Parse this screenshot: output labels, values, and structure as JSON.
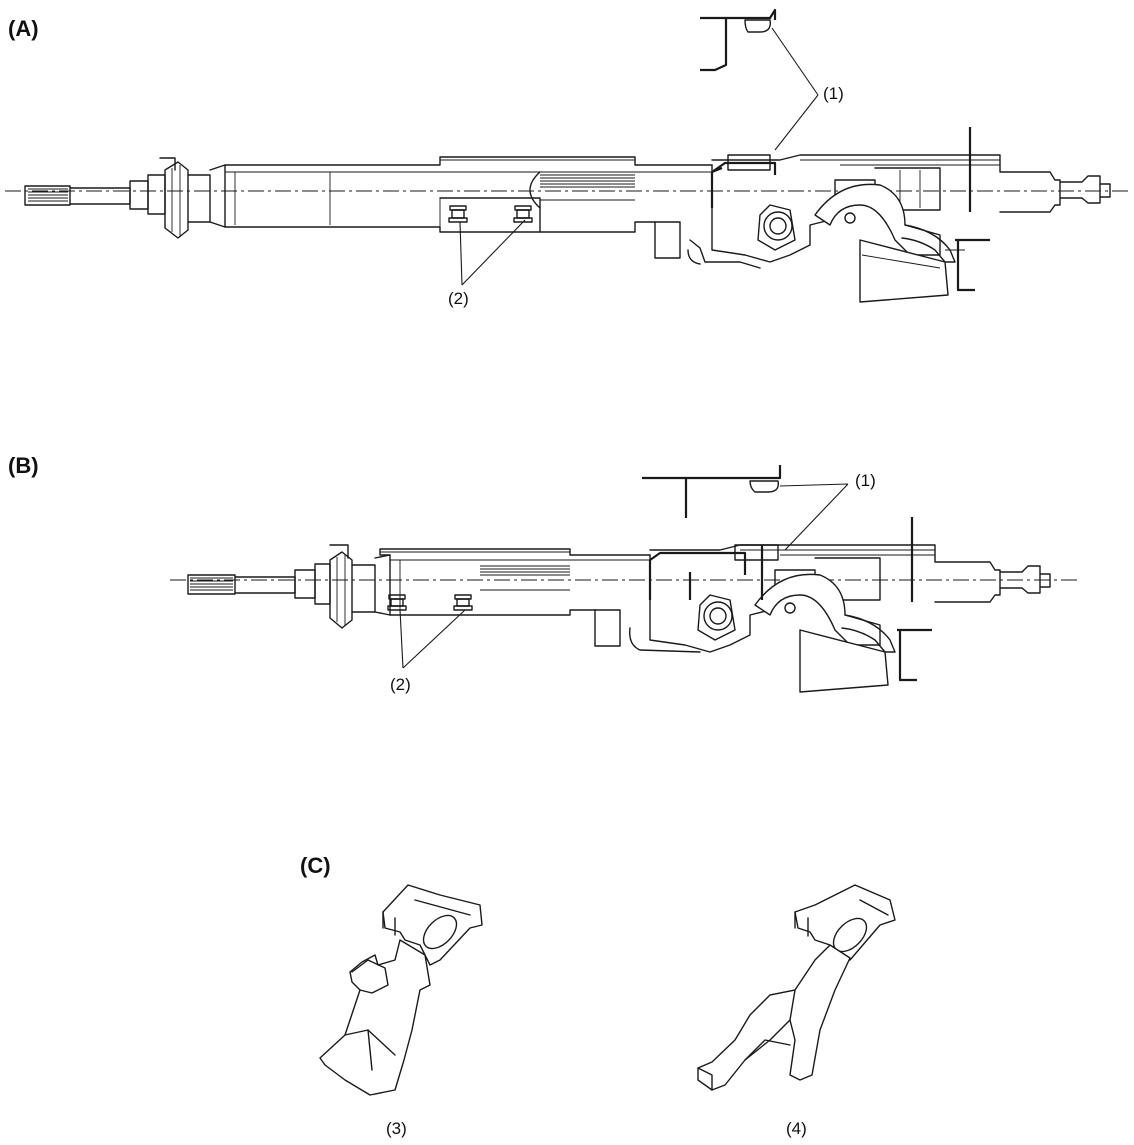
{
  "panels": {
    "a": {
      "label": "(A)",
      "callout_1": "(1)",
      "callout_2": "(2)"
    },
    "b": {
      "label": "(B)",
      "callout_1": "(1)",
      "callout_2": "(2)"
    },
    "c": {
      "label": "(C)",
      "callout_3": "(3)",
      "callout_4": "(4)"
    }
  }
}
